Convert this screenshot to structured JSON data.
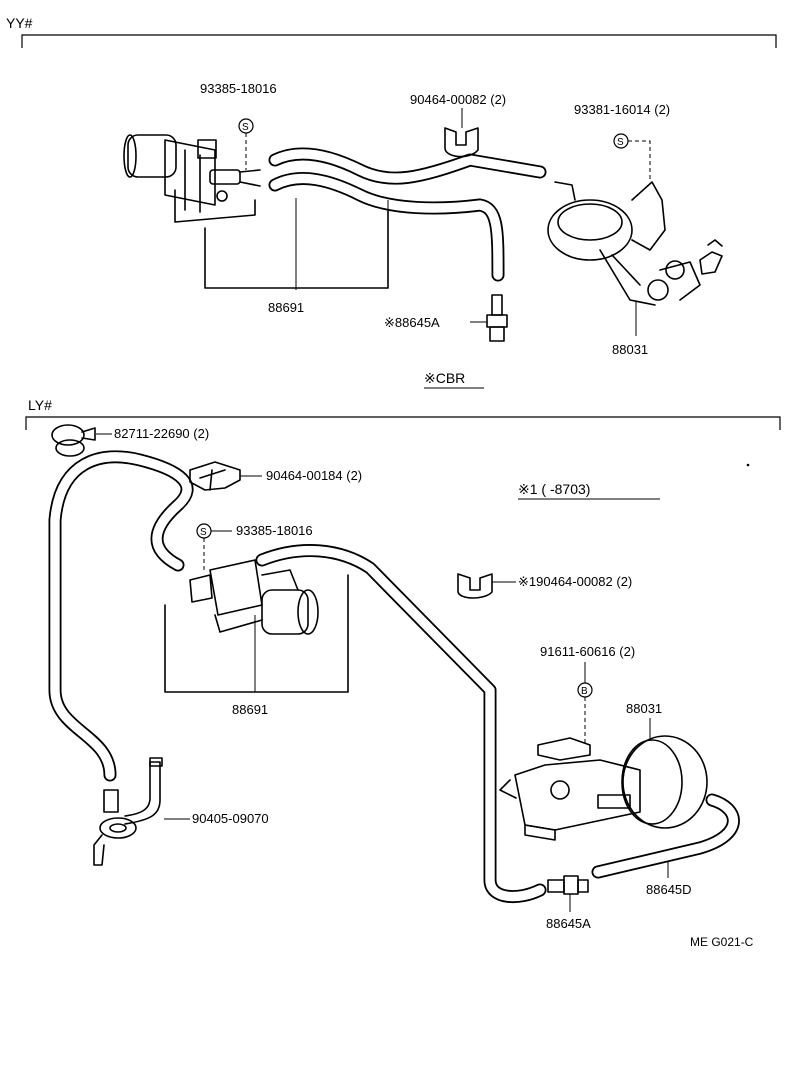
{
  "sections": {
    "top": {
      "label": "YY#",
      "note": "※CBR"
    },
    "bottom": {
      "label": "LY#",
      "note": "※1 (      -8703)"
    }
  },
  "symbols": {
    "s": "S",
    "b": "B"
  },
  "parts_top": {
    "bolt_valve": "93385-18016",
    "clamp": "90464-00082 (2)",
    "bolt_actuator": "93381-16014 (2)",
    "valve": "88691",
    "connector": "※88645A",
    "actuator": "88031"
  },
  "parts_bottom": {
    "clip": "82711-22690 (2)",
    "clamp_a": "90464-00184 (2)",
    "bolt_valve": "93385-18016",
    "clamp_b": "※190464-00082 (2)",
    "bolt_actuator": "91611-60616 (2)",
    "actuator": "88031",
    "valve": "88691",
    "union": "90405-09070",
    "hose": "88645D",
    "connector": "88645A"
  },
  "diagram_code": "ME  G021-C"
}
